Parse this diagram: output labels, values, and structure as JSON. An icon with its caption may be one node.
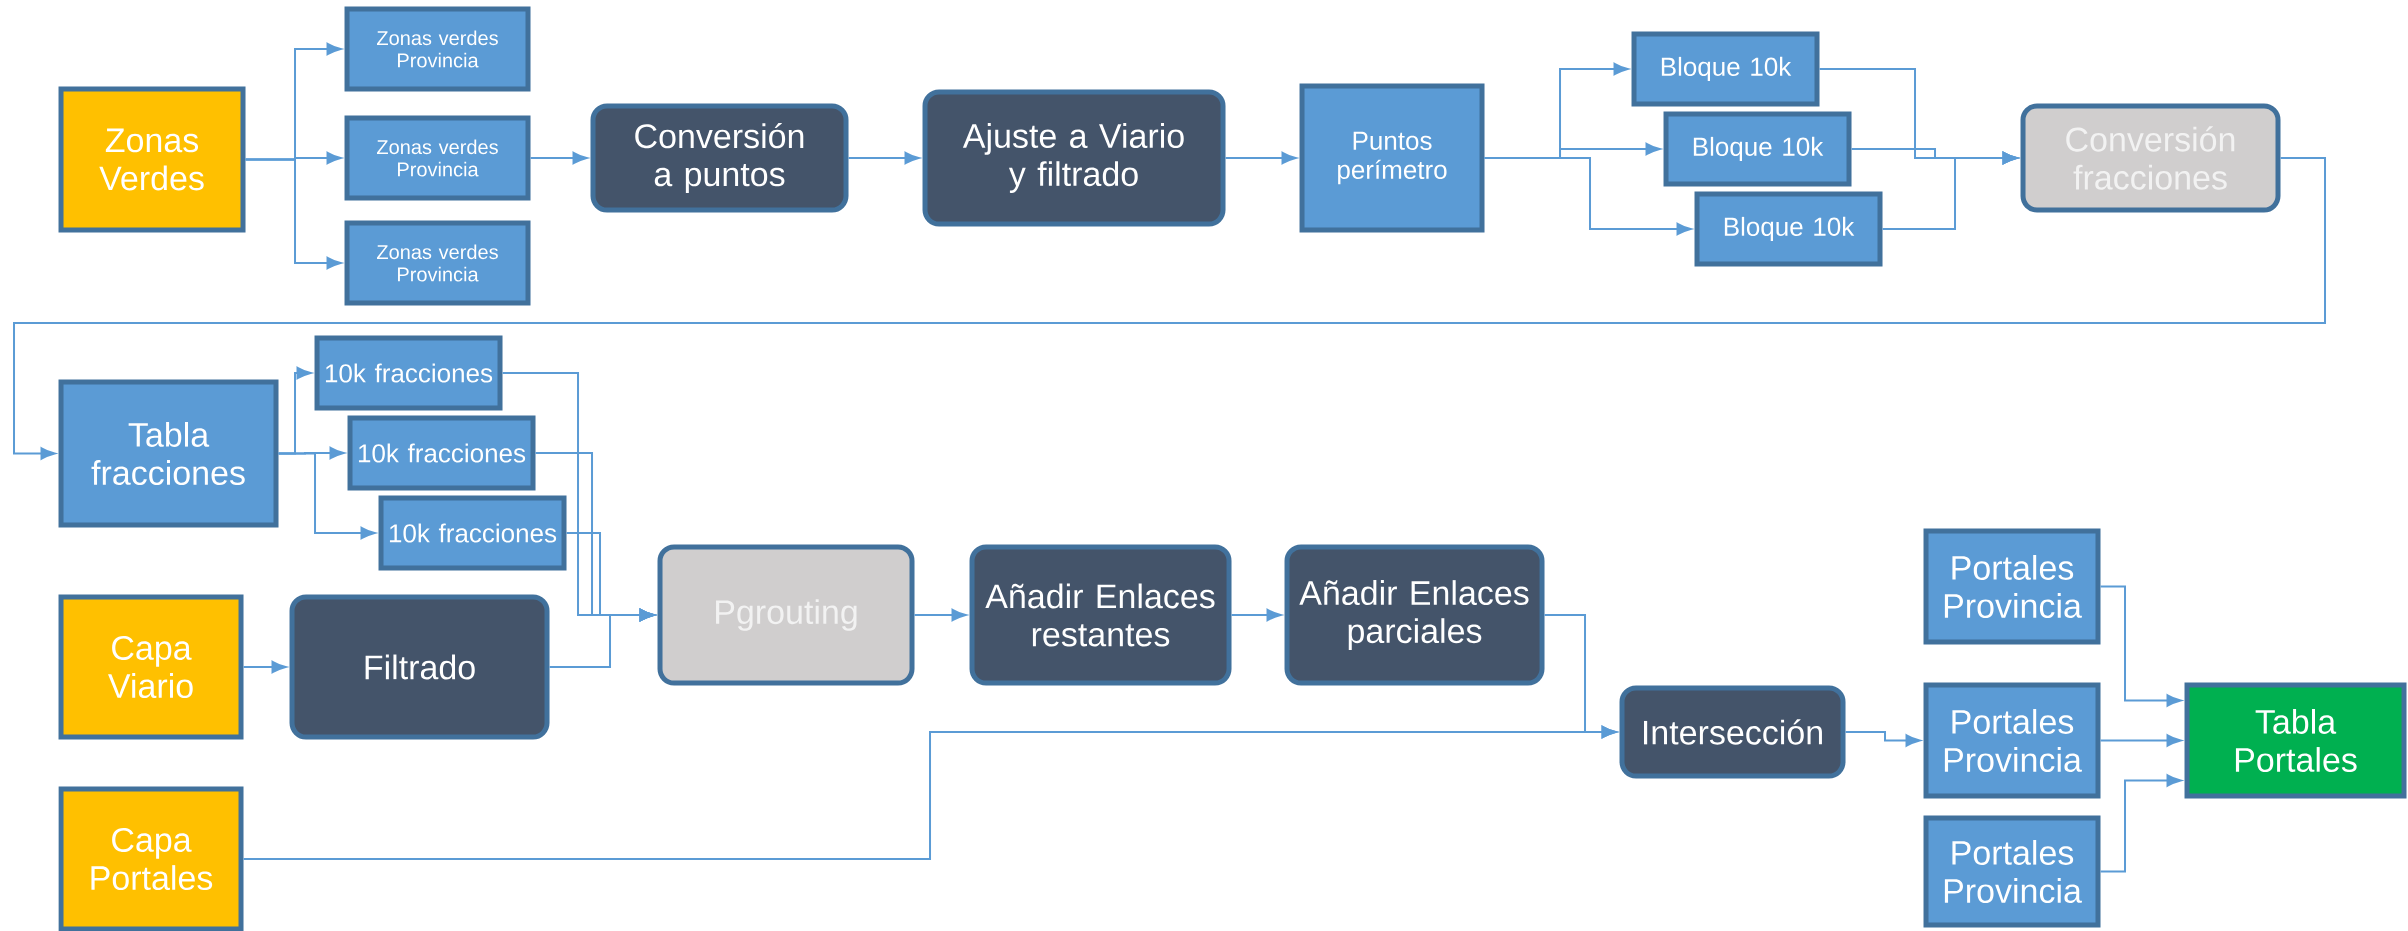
{
  "diagram": {
    "nodes": [
      {
        "text": [
          "Zonas Verdes"
        ]
      },
      {
        "text": [
          "Zonas verdes Provincia"
        ]
      },
      {
        "text": [
          "Zonas verdes Provincia"
        ]
      },
      {
        "text": [
          "Zonas verdes Provincia"
        ]
      },
      {
        "text": [
          "Conversión a puntos"
        ]
      },
      {
        "text": [
          "Ajuste a Viario y filtrado"
        ]
      },
      {
        "text": [
          "Puntos perímetro"
        ]
      },
      {
        "text": [
          "Bloque 10k"
        ]
      },
      {
        "text": [
          "Bloque 10k"
        ]
      },
      {
        "text": [
          "Bloque 10k"
        ]
      },
      {
        "text": [
          "Conversión fracciones"
        ]
      },
      {
        "text": [
          "Tabla fracciones"
        ]
      },
      {
        "text": [
          "10k fracciones"
        ]
      },
      {
        "text": [
          "10k fracciones"
        ]
      },
      {
        "text": [
          "10k fracciones"
        ]
      },
      {
        "text": [
          "Capa Viario"
        ]
      },
      {
        "text": [
          "Filtrado"
        ]
      },
      {
        "text": [
          "Pgrouting"
        ]
      },
      {
        "text": [
          "Añadir Enlaces restantes"
        ]
      },
      {
        "text": [
          "Añadir Enlaces parciales"
        ]
      },
      {
        "text": [
          "Capa Portales"
        ]
      },
      {
        "text": [
          "Intersección"
        ]
      },
      {
        "text": [
          "Portales Provincia"
        ]
      },
      {
        "text": [
          "Portales Provincia"
        ]
      },
      {
        "text": [
          "Portales Provincia"
        ]
      },
      {
        "text": [
          "Tabla Portales"
        ]
      }
    ],
    "edges": [
      {
        "from": 0,
        "to": 1,
        "arrow": "to"
      },
      {
        "from": 0,
        "to": 2,
        "arrow": "to"
      },
      {
        "from": 0,
        "to": 3,
        "arrow": "to"
      },
      {
        "from": 2,
        "to": 4,
        "arrow": "to"
      },
      {
        "from": 4,
        "to": 5,
        "arrow": "to"
      },
      {
        "from": 5,
        "to": 6,
        "arrow": "to"
      },
      {
        "from": 6,
        "to": 7,
        "arrow": "to"
      },
      {
        "from": 6,
        "to": 8,
        "arrow": "to"
      },
      {
        "from": 6,
        "to": 9,
        "arrow": "to"
      },
      {
        "from": 7,
        "to": 10,
        "arrow": "to"
      },
      {
        "from": 8,
        "to": 10,
        "arrow": "to"
      },
      {
        "from": 9,
        "to": 10,
        "arrow": "to"
      },
      {
        "from": 10,
        "to": 11,
        "arrow": "to"
      },
      {
        "from": 11,
        "to": 12,
        "arrow": "to"
      },
      {
        "from": 11,
        "to": 13,
        "arrow": "to"
      },
      {
        "from": 11,
        "to": 14,
        "arrow": "to"
      },
      {
        "from": 12,
        "to": 17,
        "arrow": "to"
      },
      {
        "from": 13,
        "to": 17,
        "arrow": "to"
      },
      {
        "from": 14,
        "to": 17,
        "arrow": "to"
      },
      {
        "from": 15,
        "to": 16,
        "arrow": "to"
      },
      {
        "from": 16,
        "to": 17,
        "arrow": "to"
      },
      {
        "from": 17,
        "to": 18,
        "arrow": "to"
      },
      {
        "from": 18,
        "to": 19,
        "arrow": "to"
      },
      {
        "from": 19,
        "to": 21,
        "arrow": "to"
      },
      {
        "from": 20,
        "to": 21,
        "arrow": "to"
      },
      {
        "from": 21,
        "to": 23,
        "arrow": "to"
      },
      {
        "from": 22,
        "to": 25,
        "arrow": "to"
      },
      {
        "from": 23,
        "to": 25,
        "arrow": "to"
      },
      {
        "from": 24,
        "to": 25,
        "arrow": "to"
      }
    ]
  }
}
